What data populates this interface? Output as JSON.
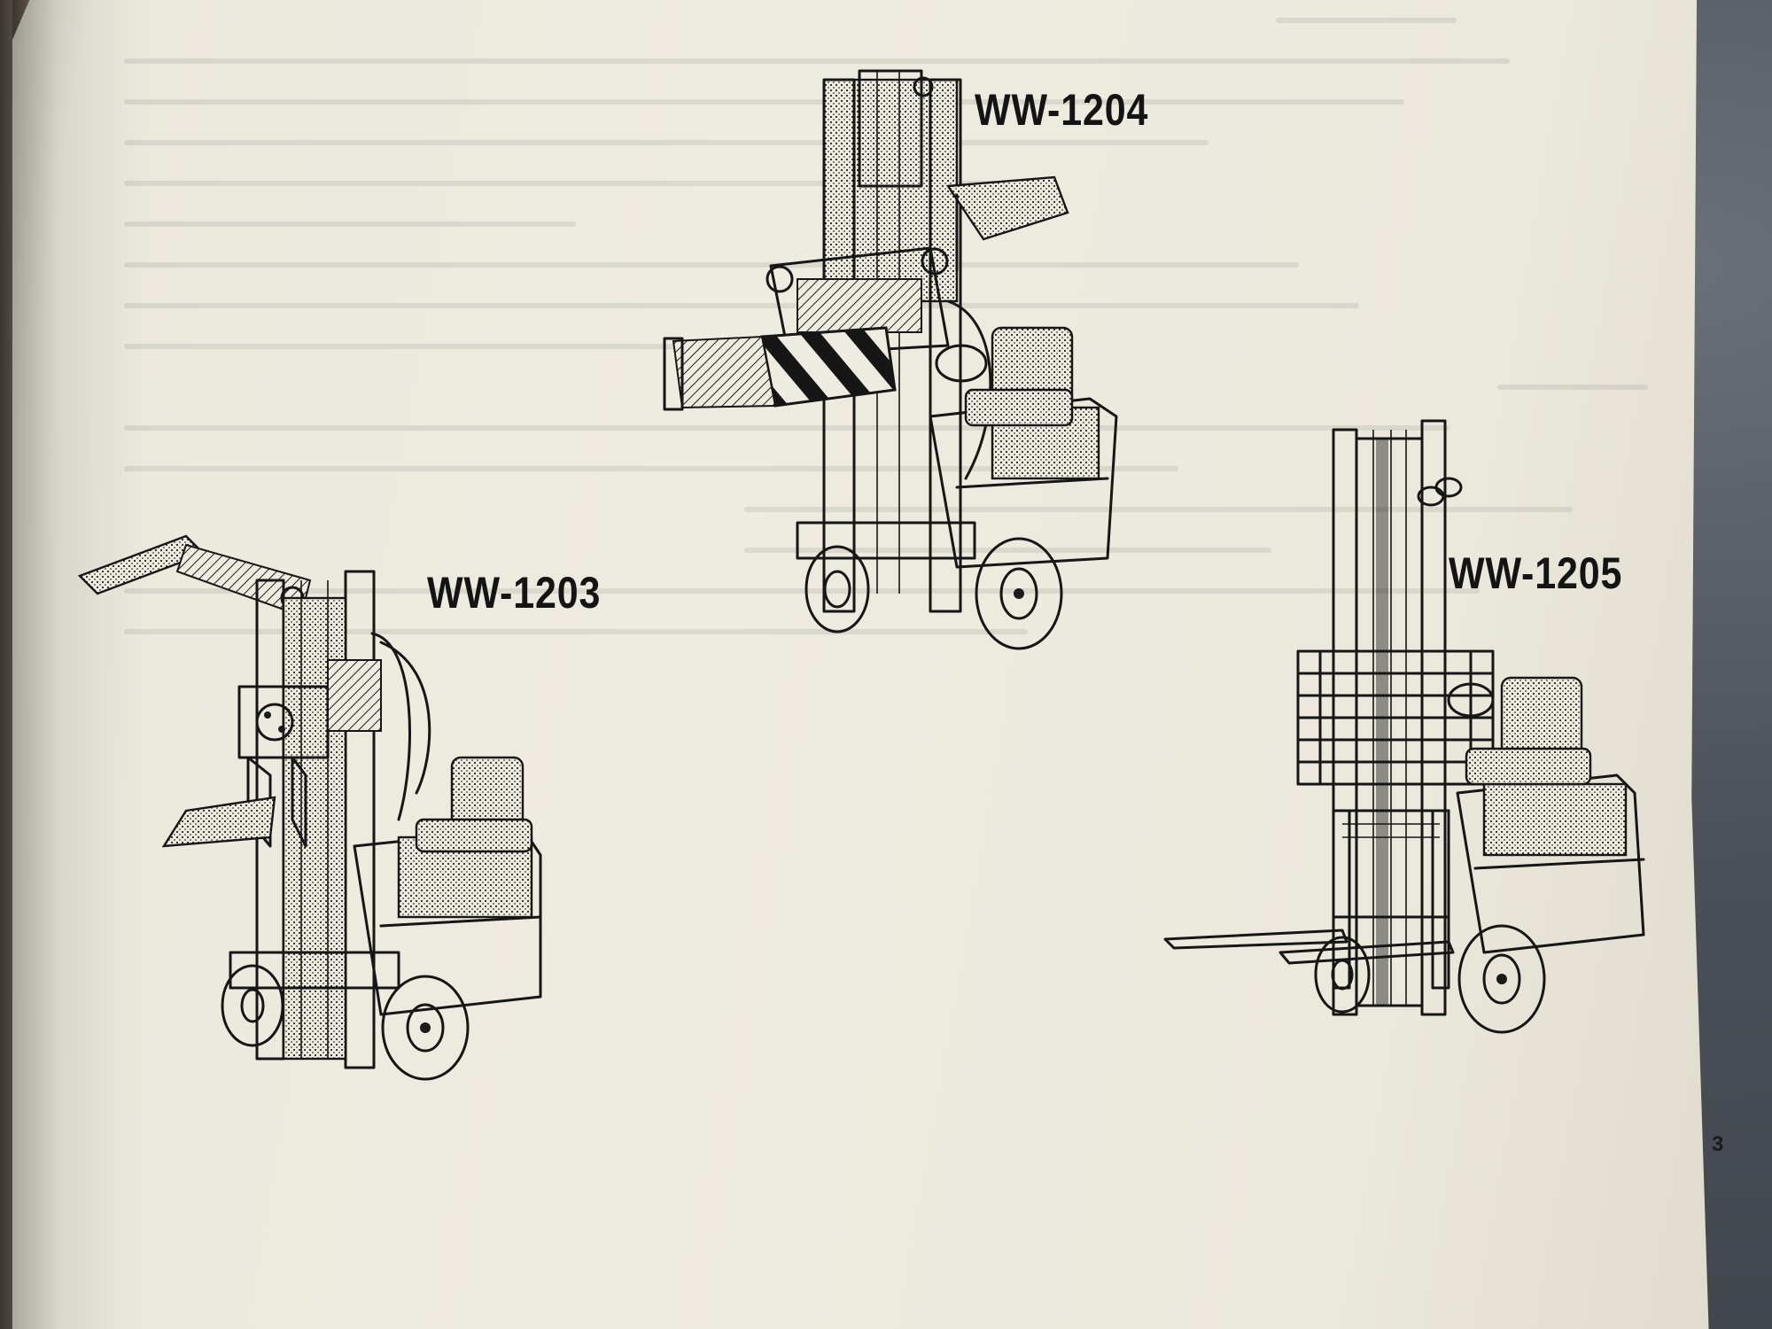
{
  "page": {
    "number": "3"
  },
  "models": [
    {
      "label": "WW-1204",
      "icon": "forklift-with-clamp-attachment"
    },
    {
      "label": "WW-1203",
      "icon": "forklift-with-boom-attachment"
    },
    {
      "label": "WW-1205",
      "icon": "forklift-with-forks-and-load-guard"
    }
  ],
  "colors": {
    "paper": "#eeebe0",
    "ink": "#161616",
    "background": "#4a5058"
  }
}
